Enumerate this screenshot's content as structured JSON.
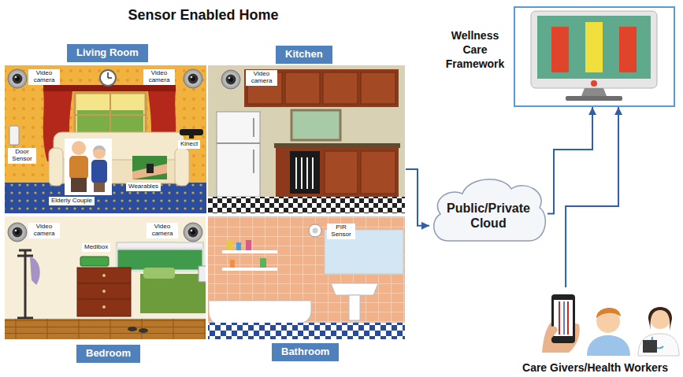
{
  "diagram": {
    "title": "Sensor Enabled Home",
    "nodes": [
      {
        "text": [
          "Living Room"
        ]
      },
      {
        "text": [
          "Video camera"
        ],
        "in": 0
      },
      {
        "text": [
          "Video camera"
        ],
        "in": 0
      },
      {
        "text": [
          "Door Sensor"
        ],
        "in": 0
      },
      {
        "text": [
          "Kinect"
        ],
        "in": 0
      },
      {
        "text": [
          "Wearables"
        ],
        "in": 0
      },
      {
        "text": [
          "Elderly Couple"
        ],
        "in": 0
      },
      {
        "text": [
          "Kitchen"
        ]
      },
      {
        "text": [
          "Video camera"
        ],
        "in": 7
      },
      {
        "text": [
          "Bedroom"
        ]
      },
      {
        "text": [
          "Video camera"
        ],
        "in": 9
      },
      {
        "text": [
          "Video camera"
        ],
        "in": 9
      },
      {
        "text": [
          "Medibox"
        ],
        "in": 9
      },
      {
        "text": [
          "Bathroom"
        ]
      },
      {
        "text": [
          "PIR Sensor"
        ],
        "in": 13
      },
      {
        "text": [
          "Public/Private Cloud"
        ]
      },
      {
        "text": [
          "Wellness Care Framework"
        ]
      },
      {
        "text": [
          "Care Givers/Health Workers"
        ]
      }
    ],
    "edges": [
      {
        "from": 7,
        "to": 15,
        "arrow": "to"
      },
      {
        "from": 15,
        "to": 16,
        "arrow": "to"
      },
      {
        "from": 17,
        "to": 16,
        "arrow": "to"
      }
    ]
  }
}
